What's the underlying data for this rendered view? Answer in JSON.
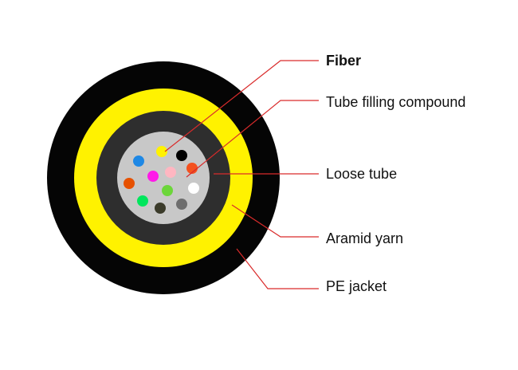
{
  "labels": {
    "fiber": "Fiber",
    "tube_filling_compound": "Tube filling compound",
    "loose_tube": "Loose tube",
    "aramid_yarn": "Aramid yarn",
    "pe_jacket": "PE jacket"
  },
  "colors": {
    "pe_jacket": "#050505",
    "aramid_yarn": "#fff200",
    "loose_tube": "#2e2e2e",
    "filling_compound": "#c8c8c8",
    "leader_line": "#d92b2b"
  },
  "fibers": [
    {
      "color": "#fff200"
    },
    {
      "color": "#000000"
    },
    {
      "color": "#1e88e5"
    },
    {
      "color": "#f4511e"
    },
    {
      "color": "#ff1ae8"
    },
    {
      "color": "#ffb6c1"
    },
    {
      "color": "#e65100"
    },
    {
      "color": "#ffffff"
    },
    {
      "color": "#00e65c"
    },
    {
      "color": "#6cd63a"
    },
    {
      "color": "#3b3b2a"
    },
    {
      "color": "#6e6e6e"
    }
  ]
}
